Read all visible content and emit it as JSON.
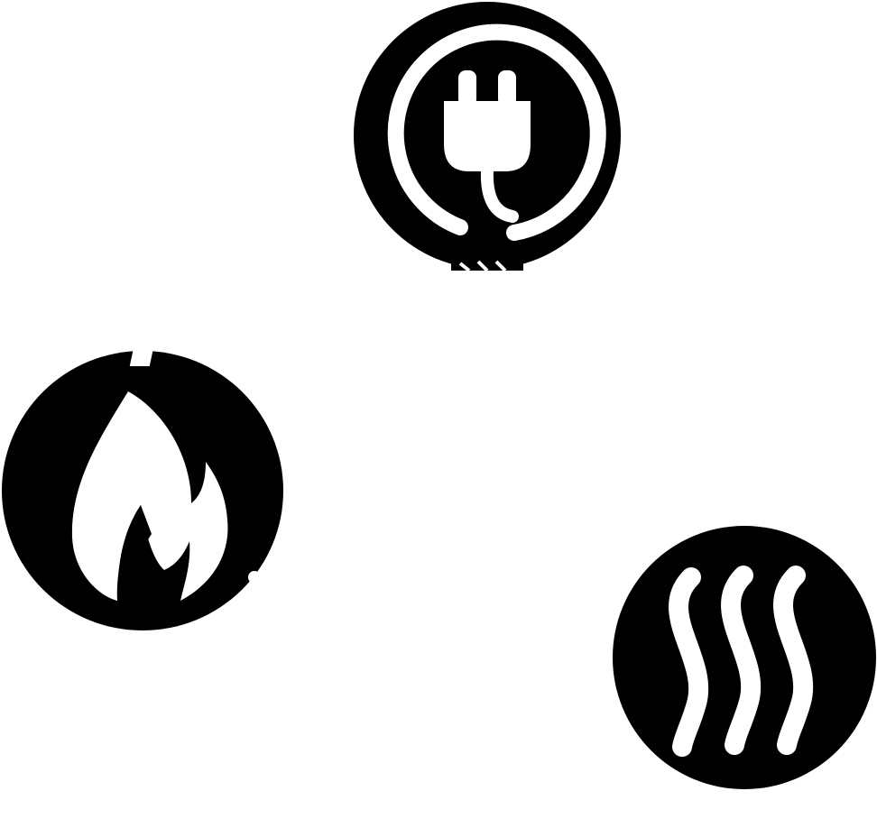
{
  "diagram": {
    "colors": {
      "icon_fill": "#000000",
      "glyph": "#ffffff",
      "background": "#ffffff"
    },
    "nodes": [
      {
        "id": "power",
        "icon": "power-plug-icon"
      },
      {
        "id": "gas",
        "icon": "flame-icon"
      },
      {
        "id": "heat",
        "icon": "steam-waves-icon"
      }
    ]
  }
}
